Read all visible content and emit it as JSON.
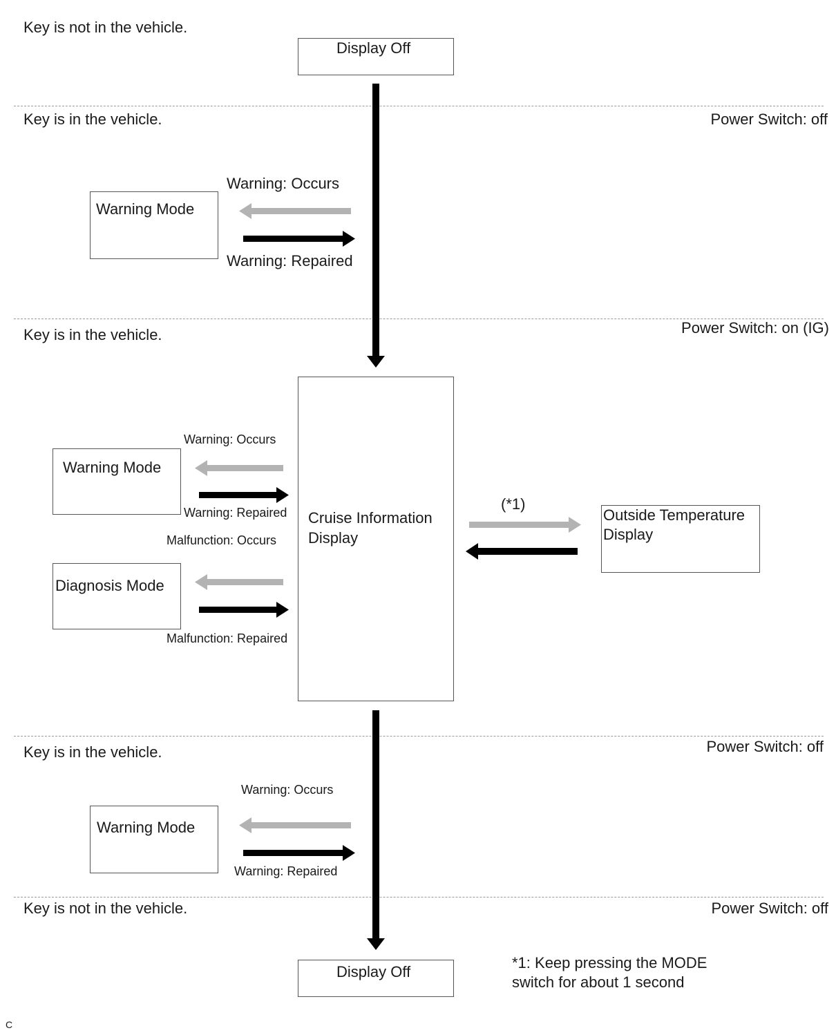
{
  "sections": {
    "s1_left": "Key is not in the vehicle.",
    "s2_left": "Key is in the vehicle.",
    "s2_right": "Power Switch: off",
    "s3_left": "Key is in the vehicle.",
    "s3_right": "Power Switch: on (IG)",
    "s4_left": "Key is in the vehicle.",
    "s4_right": "Power Switch: off",
    "s5_left": "Key is not in the vehicle.",
    "s5_right": "Power Switch: off"
  },
  "boxes": {
    "display_off_top": "Display Off",
    "warning_mode_1": "Warning Mode",
    "warning_mode_2": "Warning Mode",
    "diagnosis_mode": "Diagnosis Mode",
    "cruise_line1": "Cruise Information",
    "cruise_line2": "Display",
    "outside_line1": "Outside Temperature",
    "outside_line2": "Display",
    "warning_mode_3": "Warning Mode",
    "display_off_bottom": "Display Off"
  },
  "arrow_labels": {
    "wm1_occurs": "Warning: Occurs",
    "wm1_repaired": "Warning: Repaired",
    "wm2_occurs": "Warning: Occurs",
    "wm2_repaired": "Warning: Repaired",
    "diag_occurs": "Malfunction: Occurs",
    "diag_repaired": "Malfunction: Repaired",
    "outside_note": "(*1)",
    "wm3_occurs": "Warning: Occurs",
    "wm3_repaired": "Warning: Repaired"
  },
  "footnote": {
    "line1": "*1: Keep pressing the MODE",
    "line2": "switch for about 1 second"
  },
  "corner_mark": "C",
  "colors": {
    "black_arrow": "#000000",
    "gray_arrow": "#b3b3b3"
  }
}
